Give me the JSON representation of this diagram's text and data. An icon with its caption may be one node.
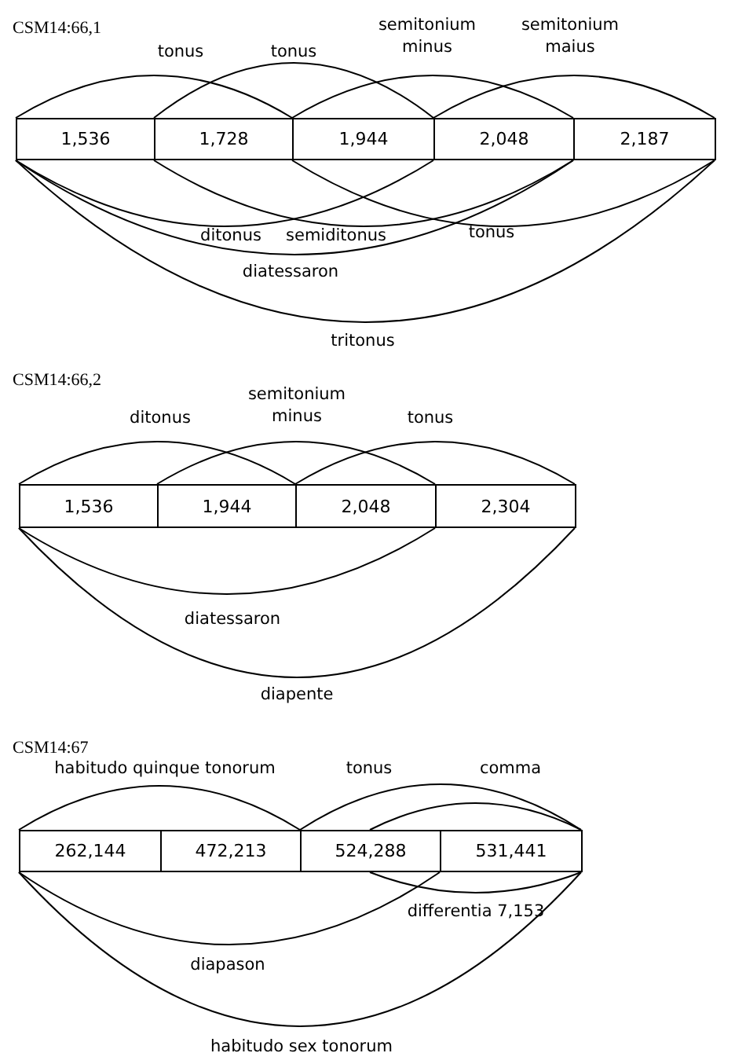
{
  "diagram": {
    "nodes": [
      {
        "text": [
          "1,536"
        ]
      },
      {
        "text": [
          "1,728"
        ]
      },
      {
        "text": [
          "1,944"
        ]
      },
      {
        "text": [
          "2,048"
        ]
      },
      {
        "text": [
          "2,187"
        ]
      },
      {
        "text": [
          "1,536"
        ]
      },
      {
        "text": [
          "1,944"
        ]
      },
      {
        "text": [
          "2,048"
        ]
      },
      {
        "text": [
          "2,304"
        ]
      },
      {
        "text": [
          "262,144"
        ]
      },
      {
        "text": [
          "472,213"
        ]
      },
      {
        "text": [
          "524,288"
        ]
      },
      {
        "text": [
          "531,441"
        ]
      }
    ],
    "edges": [
      {
        "from": 0,
        "to": 1,
        "arrow": "none",
        "label": "tonus"
      },
      {
        "from": 1,
        "to": 2,
        "arrow": "none",
        "label": "tonus"
      },
      {
        "from": 2,
        "to": 3,
        "arrow": "none",
        "label": "semitonium minus"
      },
      {
        "from": 3,
        "to": 4,
        "arrow": "none",
        "label": "semitonium maius"
      },
      {
        "from": 0,
        "to": 2,
        "arrow": "none",
        "label": "ditonus"
      },
      {
        "from": 1,
        "to": 3,
        "arrow": "none",
        "label": "semiditonus"
      },
      {
        "from": 2,
        "to": 4,
        "arrow": "none",
        "label": "tonus"
      },
      {
        "from": 0,
        "to": 3,
        "arrow": "none",
        "label": "diatessaron"
      },
      {
        "from": 0,
        "to": 4,
        "arrow": "none",
        "label": "tritonus"
      },
      {
        "from": 5,
        "to": 6,
        "arrow": "none",
        "label": "ditonus"
      },
      {
        "from": 6,
        "to": 7,
        "arrow": "none",
        "label": "semitonium minus"
      },
      {
        "from": 7,
        "to": 8,
        "arrow": "none",
        "label": "tonus"
      },
      {
        "from": 5,
        "to": 7,
        "arrow": "none",
        "label": "diatessaron"
      },
      {
        "from": 5,
        "to": 8,
        "arrow": "none",
        "label": "diapente"
      },
      {
        "from": 9,
        "to": 10,
        "arrow": "none",
        "label": "habitudo quinque tonorum"
      },
      {
        "from": 11,
        "to": 12,
        "arrow": "none",
        "label": "tonus"
      },
      {
        "from": 11,
        "to": 12,
        "arrow": "none",
        "label": "comma"
      },
      {
        "from": 9,
        "to": 11,
        "arrow": "none",
        "label": "diapason"
      },
      {
        "from": 11,
        "to": 12,
        "arrow": "none",
        "label": "differentia 7,153"
      },
      {
        "from": 9,
        "to": 12,
        "arrow": "none",
        "label": "habitudo sex tonorum"
      }
    ],
    "labels": [
      "CSM14:66,1",
      "CSM14:66,2",
      "CSM14:67"
    ]
  }
}
